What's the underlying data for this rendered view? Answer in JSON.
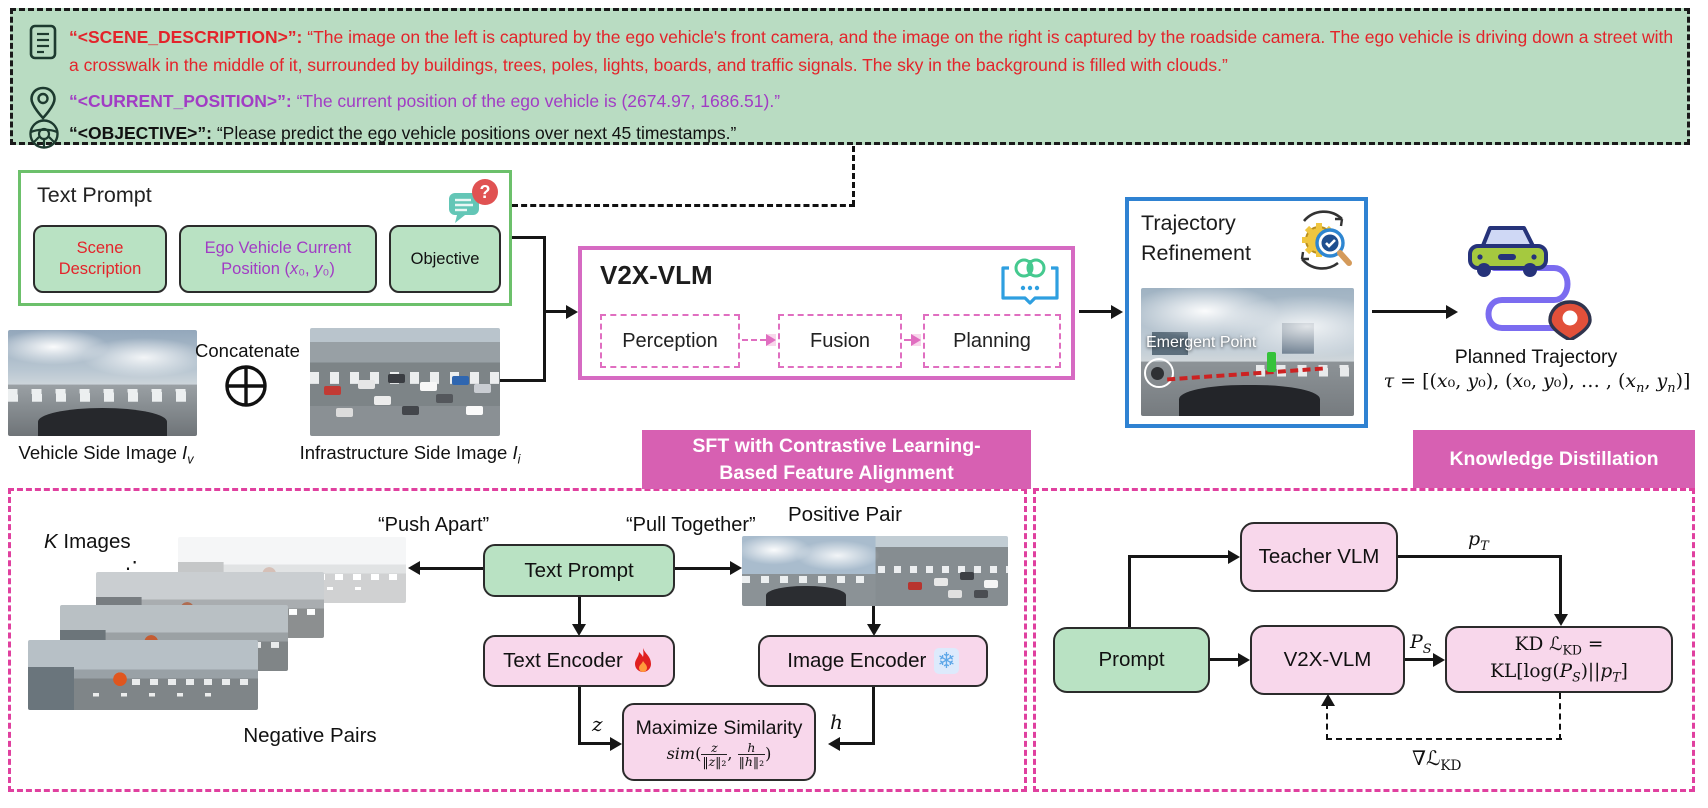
{
  "colors": {
    "mint_bg": "#b9dcc2",
    "green_border": "#6cc06b",
    "green_fill": "#b9e2c3",
    "pink_fill": "#f8d7eb",
    "pink_border": "#d66ac2",
    "pink_dash": "#e0409f",
    "banner_pink": "#d760b2",
    "stage_dash": "#e06ec0",
    "blue_border": "#2f82d2",
    "red_text": "#e3242b",
    "purple_text": "#a13cc4",
    "ink": "#161616"
  },
  "prompt_block": {
    "scene": {
      "label": "“<SCENE_DESCRIPTION>”:",
      "text": "“The image on the left is captured by the ego vehicle's front camera, and the image on the right is captured by the roadside camera. The ego vehicle is driving down a street with a crosswalk in the middle of it, surrounded by buildings, trees, poles, lights, boards, and traffic signals. The sky in the background is filled with clouds.”"
    },
    "position": {
      "label": "“<CURRENT_POSITION>”:",
      "text": "“The current position of the ego vehicle is (2674.97, 1686.51).”"
    },
    "objective": {
      "label": "“<OBJECTIVE>”:",
      "text": "“Please predict the ego vehicle positions over next 45 timestamps.”"
    }
  },
  "text_prompt_box": {
    "title": "Text Prompt",
    "field_scene": "Scene Description",
    "field_position_html": "Ego Vehicle Current Position (<i>x</i>₀, <i>y</i>₀)",
    "field_objective": "Objective"
  },
  "inputs": {
    "vehicle_caption_html": "Vehicle Side Image <i>I<sub>v</sub></i>",
    "concatenate_label": "Concatenate",
    "infrastructure_caption_html": "Infrastructure Side Image <i>I<sub>i</sub></i>"
  },
  "v2x_vlm": {
    "title": "V2X-VLM",
    "stage_perception": "Perception",
    "stage_fusion": "Fusion",
    "stage_planning": "Planning"
  },
  "trajectory_refinement": {
    "title_line1": "Trajectory",
    "title_line2": "Refinement",
    "overlay_label": "Emergent Point"
  },
  "planned_trajectory": {
    "label": "Planned Trajectory",
    "formula_html": "<i>τ</i> = [(<i>x</i>₀, <i>y</i>₀), (<i>x</i>₀, <i>y</i>₀), … , (<i>x<sub>n</sub></i>, <i>y<sub>n</sub></i>)]"
  },
  "sft": {
    "banner": "SFT with Contrastive Learning-Based Feature Alignment",
    "k_images_html": "<i>K</i> Images",
    "dots": "⋰",
    "negative_pairs": "Negative Pairs",
    "push_apart": "“Push Apart”",
    "pull_together": "“Pull Together”",
    "positive_pair": "Positive Pair",
    "text_prompt": "Text Prompt",
    "text_encoder": "Text Encoder",
    "image_encoder": "Image Encoder",
    "z_html": "<i>z</i>",
    "h_html": "<i>h</i>",
    "maximize_title": "Maximize Similarity",
    "sim_html": "<i>sim</i>(<span class=\"frac\"><span class=\"top\"><i>z</i></span><span class=\"bot\">‖<i>z</i>‖₂</span></span>, <span class=\"frac\"><span class=\"top\"><i>h</i></span><span class=\"bot\">‖<i>h</i>‖₂</span></span>)"
  },
  "kd": {
    "banner": "Knowledge Distillation",
    "teacher": "Teacher VLM",
    "prompt": "Prompt",
    "student": "V2X-VLM",
    "pt_html": "<i>p<sub>T</sub></i>",
    "ps_html": "<i>P<sub>S</sub></i>",
    "loss_line1_html": "KD ℒ<sub>KD</sub> =",
    "loss_line2_html": "KL[log(<i>P<sub>S</sub></i>)||<i>p<sub>T</sub></i>]",
    "grad_html": "∇ℒ<sub>KD</sub>"
  }
}
